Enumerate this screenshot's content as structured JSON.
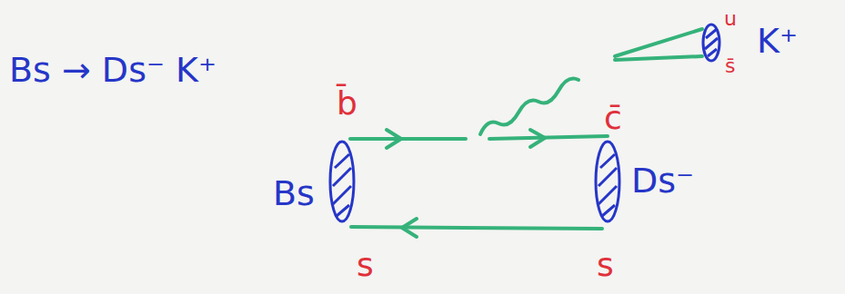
{
  "diagram": {
    "title": "Bs → Ds⁻ K⁺",
    "labels": [
      "b̄",
      "c̄",
      "u",
      "s̄",
      "K⁺",
      "Bs",
      "Ds⁻",
      "s",
      "s"
    ]
  }
}
